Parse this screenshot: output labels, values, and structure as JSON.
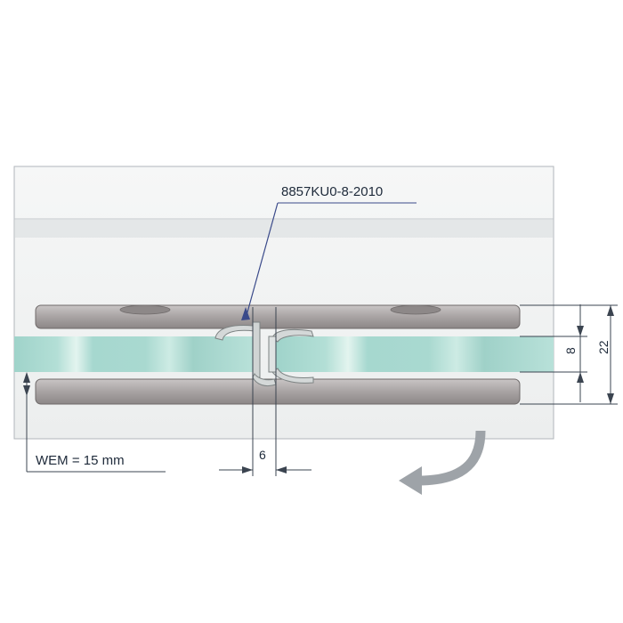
{
  "labels": {
    "part_number": "8857KU0-8-2010",
    "wem": "WEM  = 15 mm",
    "gap_dimension": "6",
    "glass_thickness": "8",
    "total_thickness": "22"
  },
  "colors": {
    "background_band": "#f2f3f3",
    "frame_stroke": "#9aa3aa",
    "plate": "#a9a4a4",
    "plate_dark": "#7e7979",
    "glass": "#a9d8d0",
    "glass_highlight": "#d9f0ea",
    "gasket": "#c7cccc",
    "dimension_line": "#3b4450",
    "leader_line": "#3a4a8a",
    "arrow": "#9ea3a8"
  },
  "icons": {
    "rotation_arrow": "curved-arrow-icon"
  }
}
